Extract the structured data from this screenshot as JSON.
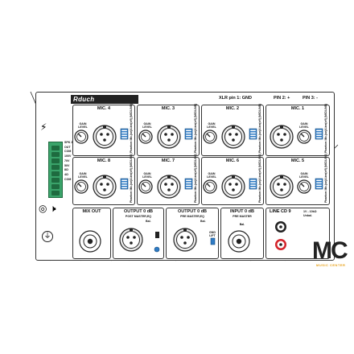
{
  "brand": {
    "name": "Rduch"
  },
  "pins": {
    "pin1": "XLR pin 1: GND",
    "pin2": "PIN 2: +",
    "pin3": "PIN 3: -"
  },
  "mics_top": [
    {
      "label": "MIC. 4"
    },
    {
      "label": "MIC. 3"
    },
    {
      "label": "MIC. 2"
    },
    {
      "label": "MIC. 1"
    }
  ],
  "mics_bottom": [
    {
      "label": "MIC. 8"
    },
    {
      "label": "MIC. 7"
    },
    {
      "label": "MIC. 6"
    },
    {
      "label": "MIC. 5"
    }
  ],
  "mic_labels": {
    "gain": "GAIN",
    "level": "LEVEL",
    "dip": "Phantom Mic.(on)/Line(off) (MIC/LINE)"
  },
  "speaker_zones": [
    "SPK ZONE",
    "OUT",
    "COM",
    "100V",
    "70V",
    "50V",
    "8Ω",
    "4Ω",
    "COM"
  ],
  "outputs": {
    "mix_out": "MIX OUT",
    "output_post": {
      "title": "OUTPUT 0 dB",
      "sub": "POST MASTER,EQ",
      "bal": "Bal."
    },
    "output_pre": {
      "title": "OUTPUT 0 dB",
      "sub": "PRE MASTER,EQ",
      "bal": "Bal."
    },
    "input": {
      "title": "INPUT 0 dB",
      "sub": "PRE MASTER",
      "bal": "Bal."
    },
    "line_cd": {
      "title": "LINE CD 9",
      "spec": "1V - 10kΩ",
      "unbal": "Unbal."
    },
    "gnd_lift": "GND LIFT"
  },
  "logo": {
    "text": "MC",
    "sub": "MUSIC CENTER"
  },
  "colors": {
    "dip": "#2e7bc4",
    "terminal": "#3aa36a",
    "rca_red": "#d4232a",
    "logo_accent": "#e8a21b"
  }
}
